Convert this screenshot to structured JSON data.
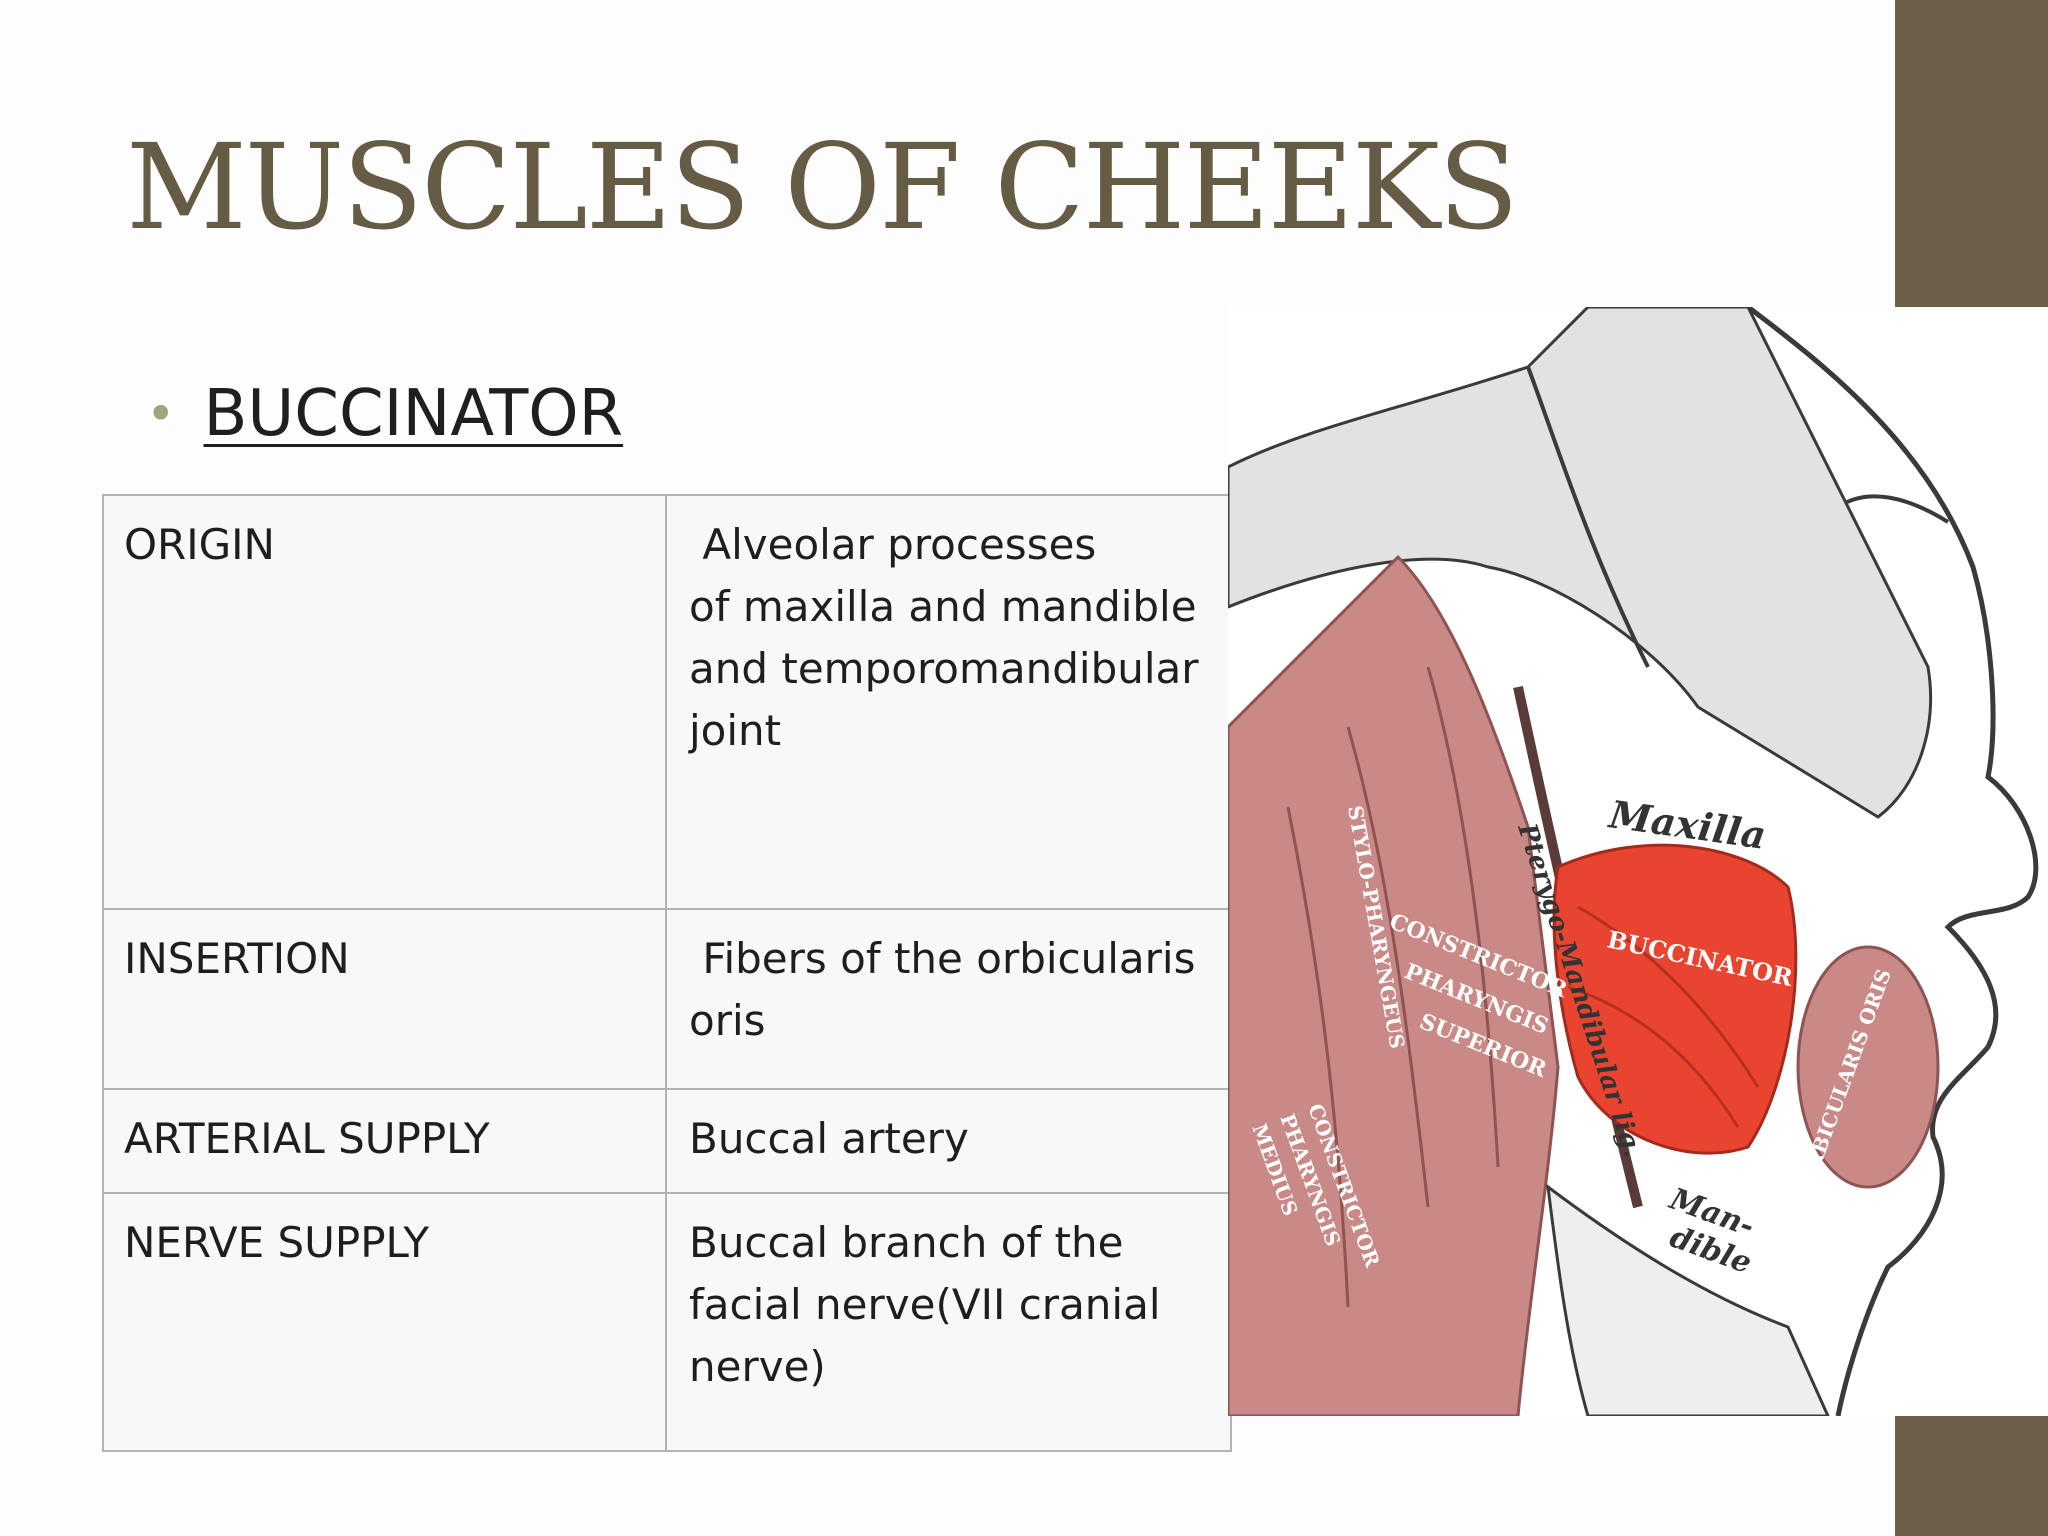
{
  "slide": {
    "title": "MUSCLES OF CHEEKS",
    "bullet": "BUCCINATOR"
  },
  "table": {
    "rows": [
      {
        "key": "ORIGIN",
        "value": " Alveolar processes\nof maxilla and mandible\nand temporomandibular\njoint"
      },
      {
        "key": "INSERTION",
        "value": " Fibers of the orbicularis\noris"
      },
      {
        "key": "ARTERIAL SUPPLY",
        "value": "Buccal artery"
      },
      {
        "key": "NERVE SUPPLY",
        "value": "Buccal branch of the\nfacial nerve(VII cranial\nnerve)"
      }
    ]
  },
  "figure": {
    "labels": {
      "maxilla": "Maxilla",
      "buccinator": "BUCCINATOR",
      "orbicularis": "ORBICULARIS ORIS",
      "mandible_1": "Man-",
      "mandible_2": "dible",
      "ptm_ligament": "Pterygo-Mandibular lig.",
      "constrictor_sup_1": "CONSTRICTOR",
      "constrictor_sup_2": "PHARYNGIS",
      "constrictor_sup_3": "SUPERIOR",
      "stylo": "STYLO-PHARYNGEUS",
      "constrictor_med_1": "CONSTRICTOR",
      "constrictor_med_2": "PHARYNGIS",
      "constrictor_med_3": "MEDIUS"
    },
    "colors": {
      "buccinator": "#e8442f",
      "muscle": "#c98986",
      "muscle_dark": "#8f5451",
      "outline": "#3a3a3a",
      "bone": "#e2e2e2"
    }
  },
  "colors": {
    "accent": "#6c604b",
    "title": "#665c45",
    "bullet_dot": "#a3a37e"
  }
}
